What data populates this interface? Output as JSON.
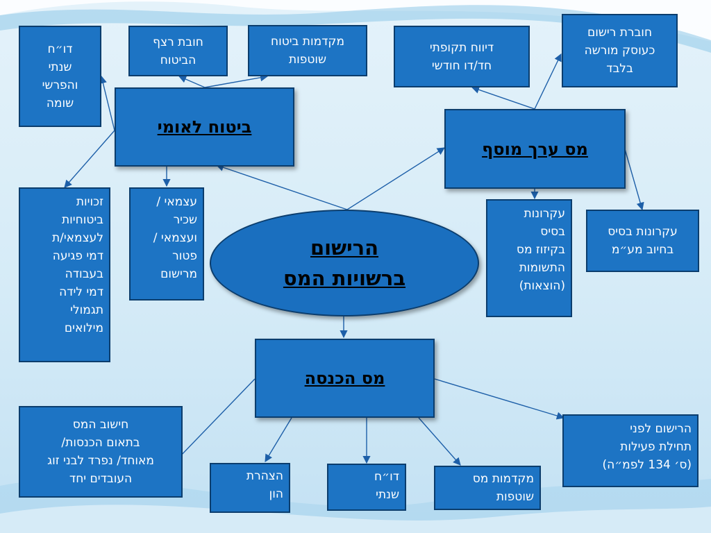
{
  "center": {
    "label": "הרישום\nברשויות המס"
  },
  "main_nodes": {
    "bituach": "ביטוח לאומי",
    "maam": "מס ערך מוסף",
    "income": "מס הכנסה"
  },
  "bituach_children": {
    "annual_report": "דו״ח\nשנתי\nוהפרשי\nשומה",
    "continuous_duty": "חובת רצף\nהביטוח",
    "advances": "מקדמות ביטוח\nשוטפות",
    "rights": "זכויות\nביטוחיות\nלעצמאי/ת\nדמי פגיעה\nבעבודה\nדמי לידה\nתגמולי\nמילואים",
    "status": "עצמאי /\nשכיר\nועצמאי /\nפטור\nמרישום"
  },
  "maam_children": {
    "periodic_report": "דיווח תקופתי\nחד/דו חודשי",
    "registration_duty": "חוברת רישום\nכעוסק מורשה\nבלבד",
    "deduction_principles": "עקרונות\nבסיס\nבקיזוז מס\nהתשומות\n(הוצאות)",
    "liability_principles": "עקרונות בסיס\nבחיוב מע״מ"
  },
  "income_children": {
    "tax_calc": "חישוב המס\nבתאום הכנסות/\nמאוחד/ נפרד לבני זוג\nהעובדים יחד",
    "capital_declaration": "הצהרת\nהון",
    "annual_report": "דו״ח\nשנתי",
    "advances": "מקדמות מס\nשוטפות",
    "pre_activity": "הרישום לפני\nתחילת פעילות\n(ס׳ 134 לפמ״ה)"
  },
  "colors": {
    "box_fill": "#1d74c4",
    "box_border": "#0b3d6d",
    "connector": "#1d5fa8"
  }
}
